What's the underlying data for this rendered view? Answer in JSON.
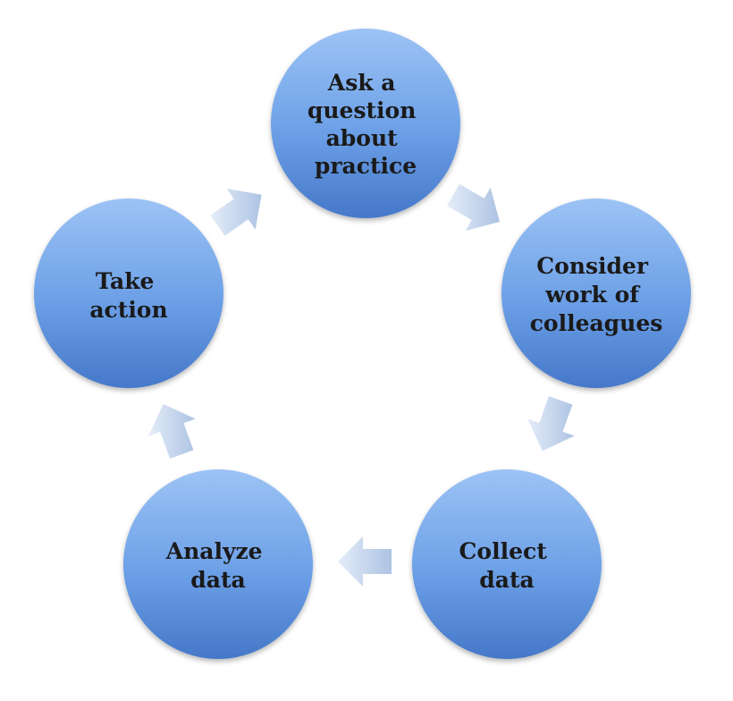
{
  "diagram": {
    "nodes": [
      {
        "id": "ask-question",
        "lines": [
          "Ask a",
          "question",
          "about",
          "practice"
        ]
      },
      {
        "id": "consider-work",
        "lines": [
          "Consider",
          "work of",
          "colleagues"
        ]
      },
      {
        "id": "collect-data",
        "lines": [
          "Collect",
          "data"
        ]
      },
      {
        "id": "analyze-data",
        "lines": [
          "Analyze",
          "data"
        ]
      },
      {
        "id": "take-action",
        "lines": [
          "Take",
          "action"
        ]
      }
    ],
    "cycle_order": [
      "ask-question",
      "consider-work",
      "collect-data",
      "analyze-data",
      "take-action"
    ],
    "colors": {
      "circle_light": "#9cc3f5",
      "circle_mid": "#6b9fe6",
      "circle_dark": "#4578c9",
      "arrow_light": "#e3ecf8",
      "arrow_dark": "#a9c0e2"
    }
  }
}
